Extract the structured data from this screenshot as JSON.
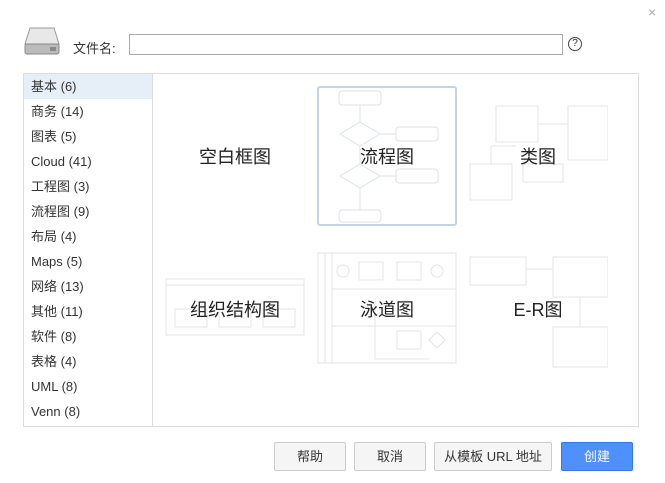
{
  "dialog": {
    "close_icon": "×",
    "filename_label": "文件名:",
    "filename_value": "",
    "help_icon": "?"
  },
  "categories": [
    {
      "label": "基本 (6)",
      "selected": true
    },
    {
      "label": "商务 (14)"
    },
    {
      "label": "图表 (5)"
    },
    {
      "label": "Cloud (41)"
    },
    {
      "label": "工程图 (3)"
    },
    {
      "label": "流程图 (9)"
    },
    {
      "label": "布局 (4)"
    },
    {
      "label": "Maps (5)"
    },
    {
      "label": "网络 (13)"
    },
    {
      "label": "其他 (11)"
    },
    {
      "label": "软件 (8)"
    },
    {
      "label": "表格 (4)"
    },
    {
      "label": "UML (8)"
    },
    {
      "label": "Venn (8)"
    }
  ],
  "templates": [
    {
      "label": "空白框图"
    },
    {
      "label": "流程图",
      "selected": true
    },
    {
      "label": "类图"
    },
    {
      "label": "组织结构图"
    },
    {
      "label": "泳道图"
    },
    {
      "label": "E-R图"
    }
  ],
  "buttons": {
    "help": "帮助",
    "cancel": "取消",
    "from_url": "从模板 URL 地址",
    "create": "创建"
  }
}
